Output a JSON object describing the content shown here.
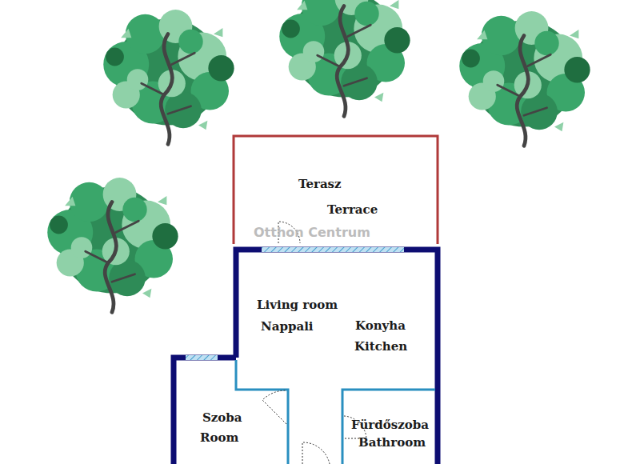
{
  "diagram": {
    "nodes": [
      {
        "text": [
          "Terasz",
          "Terrace"
        ]
      },
      {
        "text": [
          "Living room",
          "Nappali",
          "Konyha",
          "Kitchen"
        ]
      },
      {
        "text": [
          "Szoba",
          "Room"
        ]
      },
      {
        "text": [
          "Fürdőszoba",
          "Bathroom"
        ]
      }
    ],
    "labels": [
      "Otthon Centrum"
    ]
  }
}
